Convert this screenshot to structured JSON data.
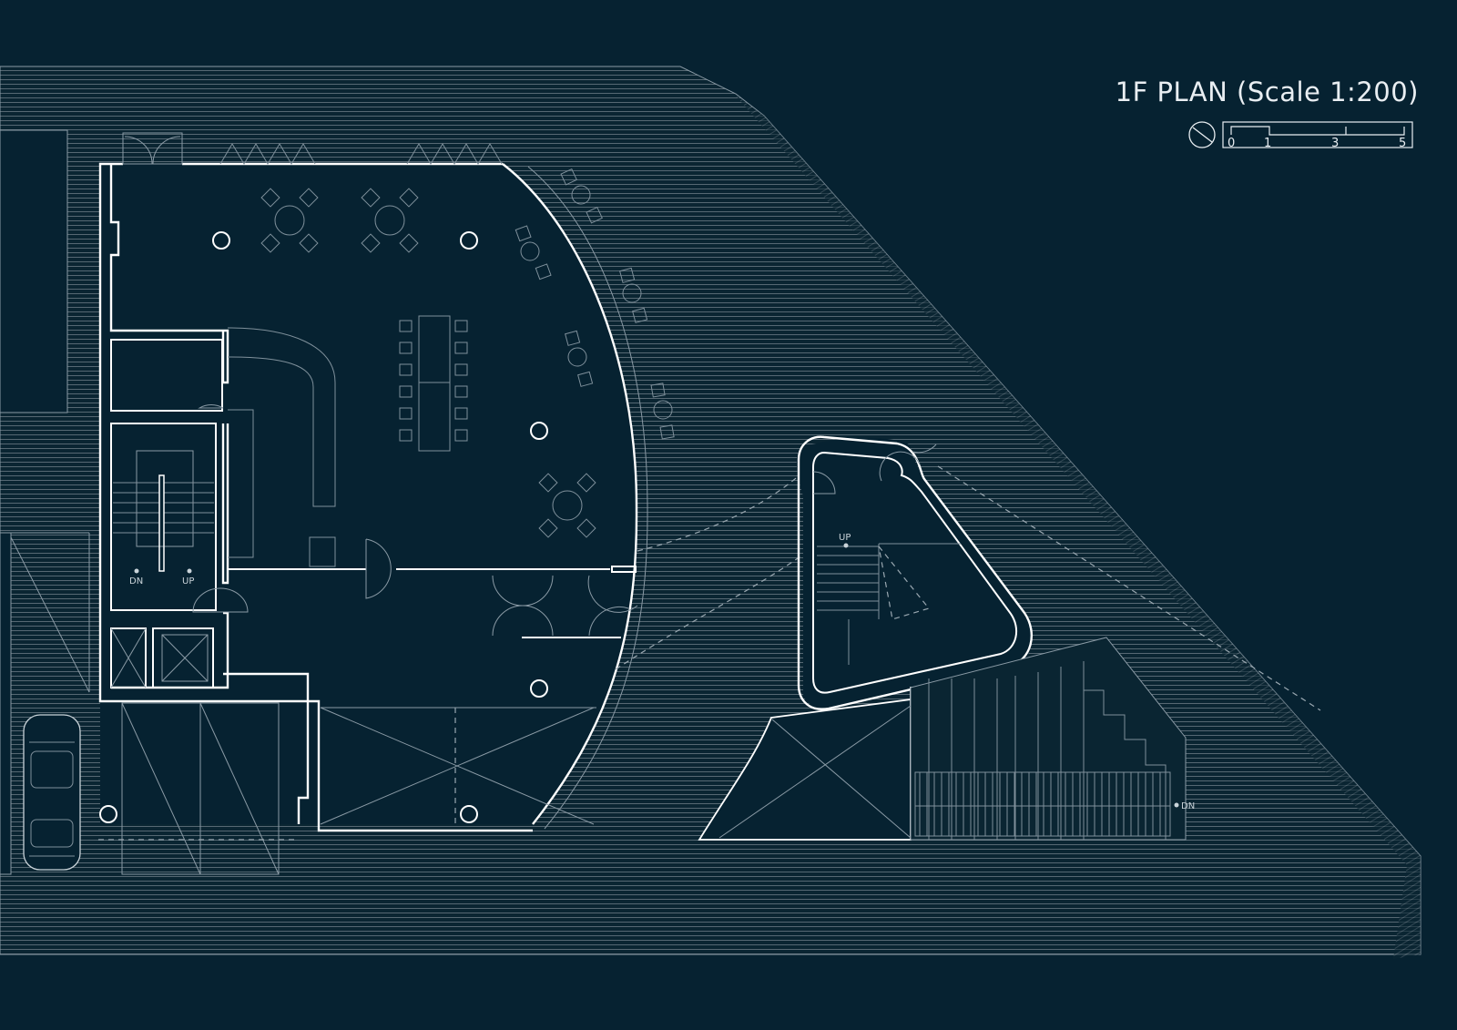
{
  "header": {
    "title": "1F PLAN (Scale 1:200)"
  },
  "scale_bar": {
    "ticks": [
      "0",
      "1",
      "3",
      "5"
    ]
  },
  "labels": {
    "stair_down": "DN",
    "stair_up": "UP",
    "annex_up": "UP",
    "annex_down": "DN"
  },
  "icons": {
    "north": "north-arrow-icon",
    "car": "car-icon"
  },
  "colors": {
    "background": "#062231",
    "walls": "#ffffff",
    "hatch": "#5a6a74"
  }
}
